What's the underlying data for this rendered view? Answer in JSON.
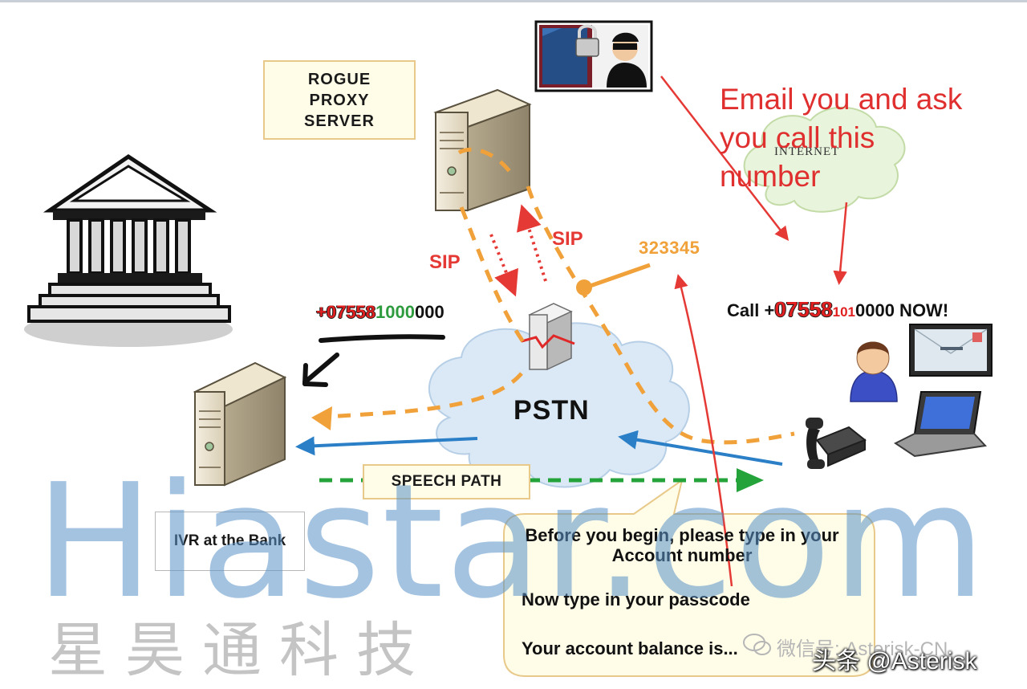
{
  "labels": {
    "rogue_proxy": "ROGUE PROXY SERVER",
    "sip_left": "SIP",
    "sip_right": "SIP",
    "pin_number": "323345",
    "pstn": "PSTN",
    "internet": "INTERNET",
    "email_note": "Email you and ask you call this number",
    "bank_number": {
      "dial": "+07558",
      "mid": "1000",
      "tail": "000"
    },
    "call_line": {
      "prefix": "Call +",
      "dial": "07558",
      "mid": "101",
      "tail": "0000 NOW!"
    },
    "ivr": "IVR at the Bank",
    "speech_path": "SPEECH PATH"
  },
  "ivr_prompts": [
    "Before you begin, please type in your Account number",
    "Now type in your passcode",
    "Your account balance is..."
  ],
  "watermark": {
    "latin": "Hiastar.com",
    "cjk": "星昊通科技"
  },
  "account_mark": "微信号: Asterisk-CN",
  "source_mark": "头条 @Asterisk",
  "icons": [
    "bank-building-icon",
    "server-icon",
    "ivr-server-icon",
    "switch-icon",
    "hacker-icon",
    "padlock-icon",
    "user-icon",
    "email-icon",
    "laptop-icon",
    "telephone-icon",
    "wechat-icon"
  ],
  "colors": {
    "sip_arrow": "#e53935",
    "signal_path": "#f0a13a",
    "voice_path": "#2b7fc7",
    "speech_path": "#24a33a",
    "annotation": "#e02f2f",
    "cloud_fill": "#dbe9f6",
    "label_fill": "#fffde8"
  }
}
